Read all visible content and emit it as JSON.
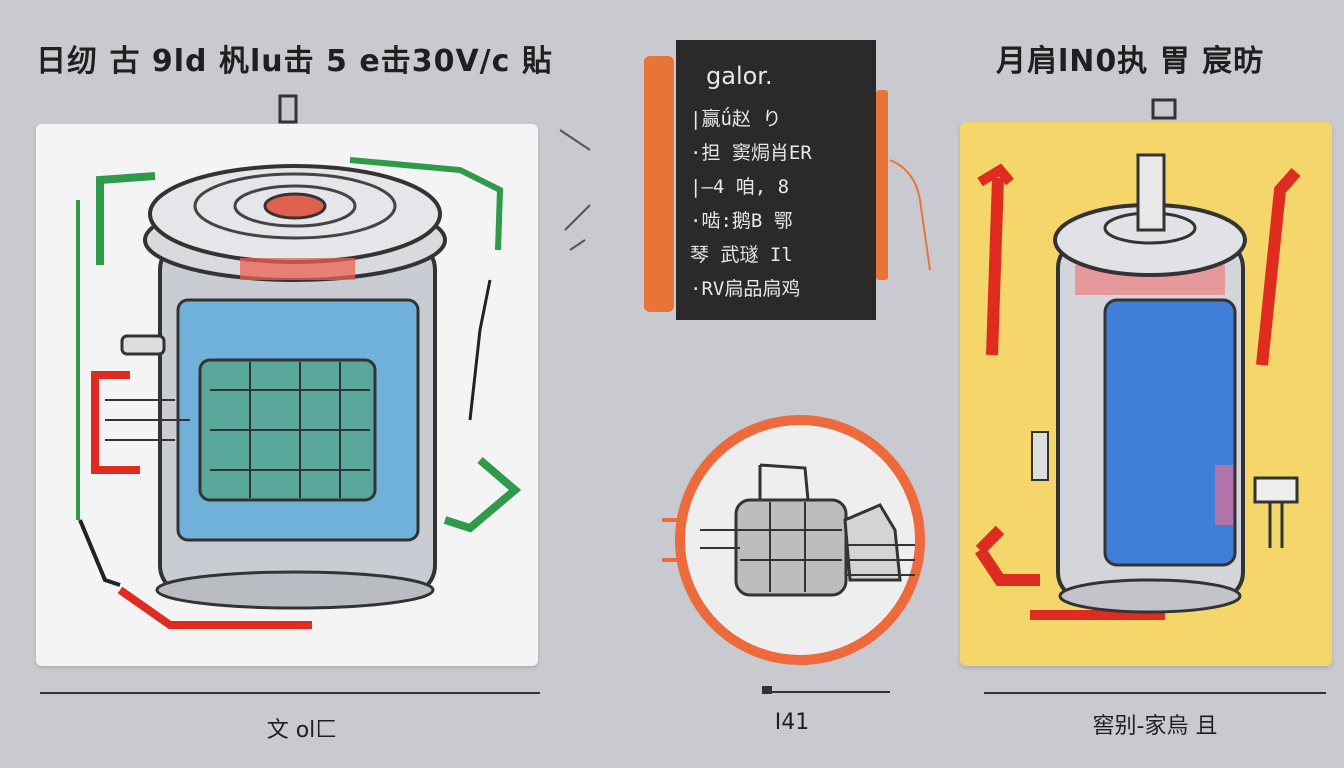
{
  "titles": {
    "left": "日纫 古 9ld 杋lu击 5 e击30V/c 貼",
    "right": "月肩lN0执 胃 宸昉"
  },
  "legend": {
    "heading": "galor.",
    "lines": [
      "|赢ǘ赵 り",
      "·担 窦焗肖ER",
      "|—4 咱, 8",
      "·啮:鹅B 鄂",
      "琴 武璲 Il",
      "·RV扃品扃鸡"
    ]
  },
  "captions": {
    "left": "文 ol匚",
    "center": "I41",
    "right": "窖别-家烏 且"
  },
  "colors": {
    "background": "#c9cacf",
    "left_panel": "#f4f4f4",
    "right_panel": "#f5d66a",
    "legend_bg": "#2a2a2a",
    "accent_orange": "#e8743a",
    "arrow_red": "#e02b20",
    "arrow_green": "#2f9a4a",
    "water_blue": "#3f7fd8"
  },
  "icons": {
    "left": "water-heater-tank-cutaway-icon",
    "center": "heating-element-magnifier-icon",
    "right": "cylinder-water-heater-icon"
  }
}
